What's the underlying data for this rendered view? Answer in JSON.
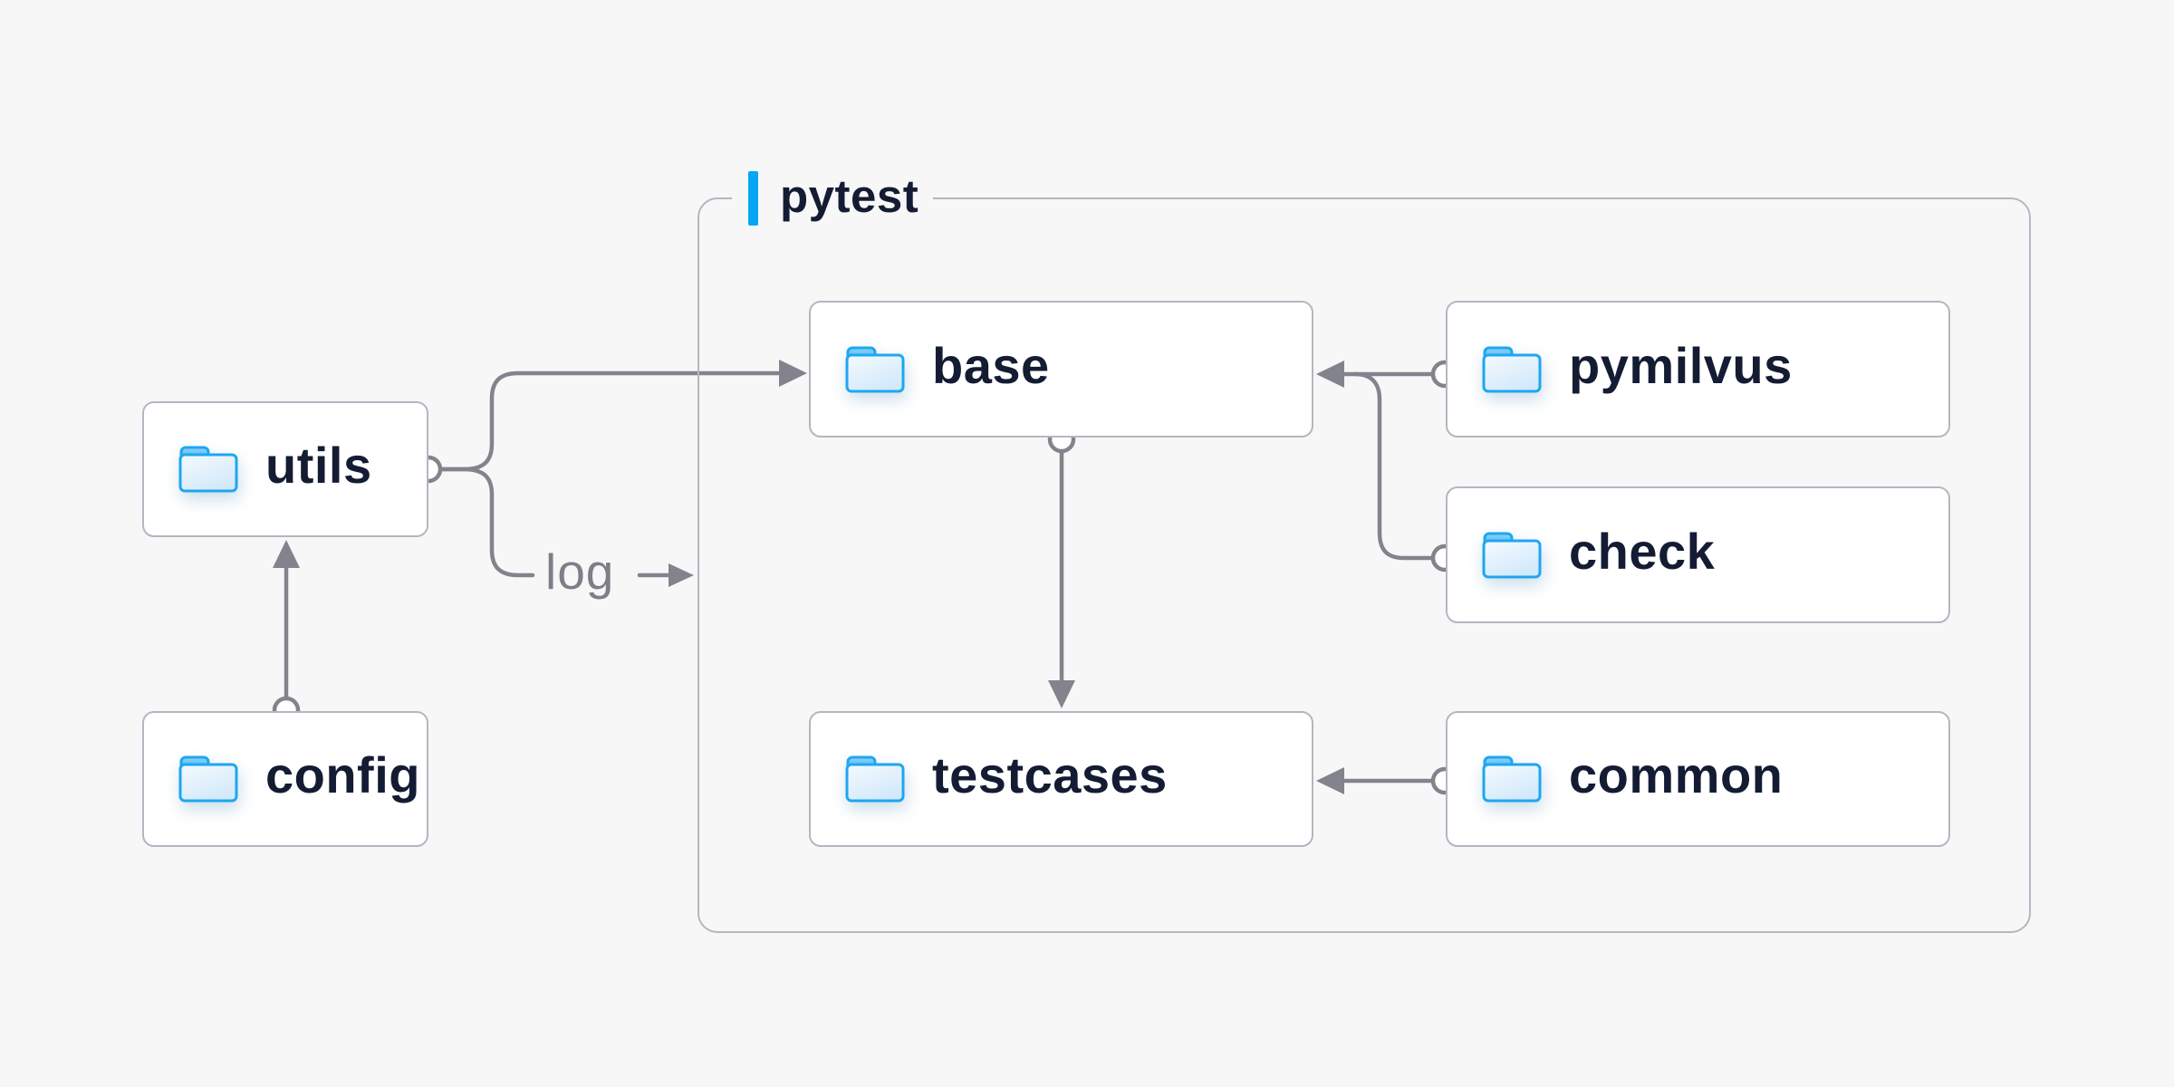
{
  "group": {
    "label": "pytest"
  },
  "nodes": {
    "utils": {
      "label": "utils",
      "icon": "folder-icon"
    },
    "config": {
      "label": "config",
      "icon": "folder-icon"
    },
    "base": {
      "label": "base",
      "icon": "folder-icon"
    },
    "pymilvus": {
      "label": "pymilvus",
      "icon": "folder-icon"
    },
    "check": {
      "label": "check",
      "icon": "folder-icon"
    },
    "testcases": {
      "label": "testcases",
      "icon": "folder-icon"
    },
    "common": {
      "label": "common",
      "icon": "folder-icon"
    }
  },
  "edges": [
    {
      "from": "config",
      "to": "utils",
      "label": ""
    },
    {
      "from": "utils",
      "to": "pytest",
      "label": "log"
    },
    {
      "from": "utils",
      "to": "base",
      "label": ""
    },
    {
      "from": "pymilvus",
      "to": "base",
      "label": ""
    },
    {
      "from": "check",
      "to": "base",
      "label": ""
    },
    {
      "from": "base",
      "to": "testcases",
      "label": ""
    },
    {
      "from": "common",
      "to": "testcases",
      "label": ""
    }
  ],
  "colors": {
    "background": "#f7f7f8",
    "node_fill": "#ffffff",
    "node_border": "#b6b6c2",
    "group_border": "#b6b6c2",
    "connector": "#83838d",
    "text": "#131c33",
    "log_text": "#7e7e88",
    "accent_blue": "#05a6f2",
    "folder_stroke": "#1ea7ef",
    "folder_fill_light": "#f2f9fe",
    "folder_fill_dark": "#d3e9fa"
  }
}
